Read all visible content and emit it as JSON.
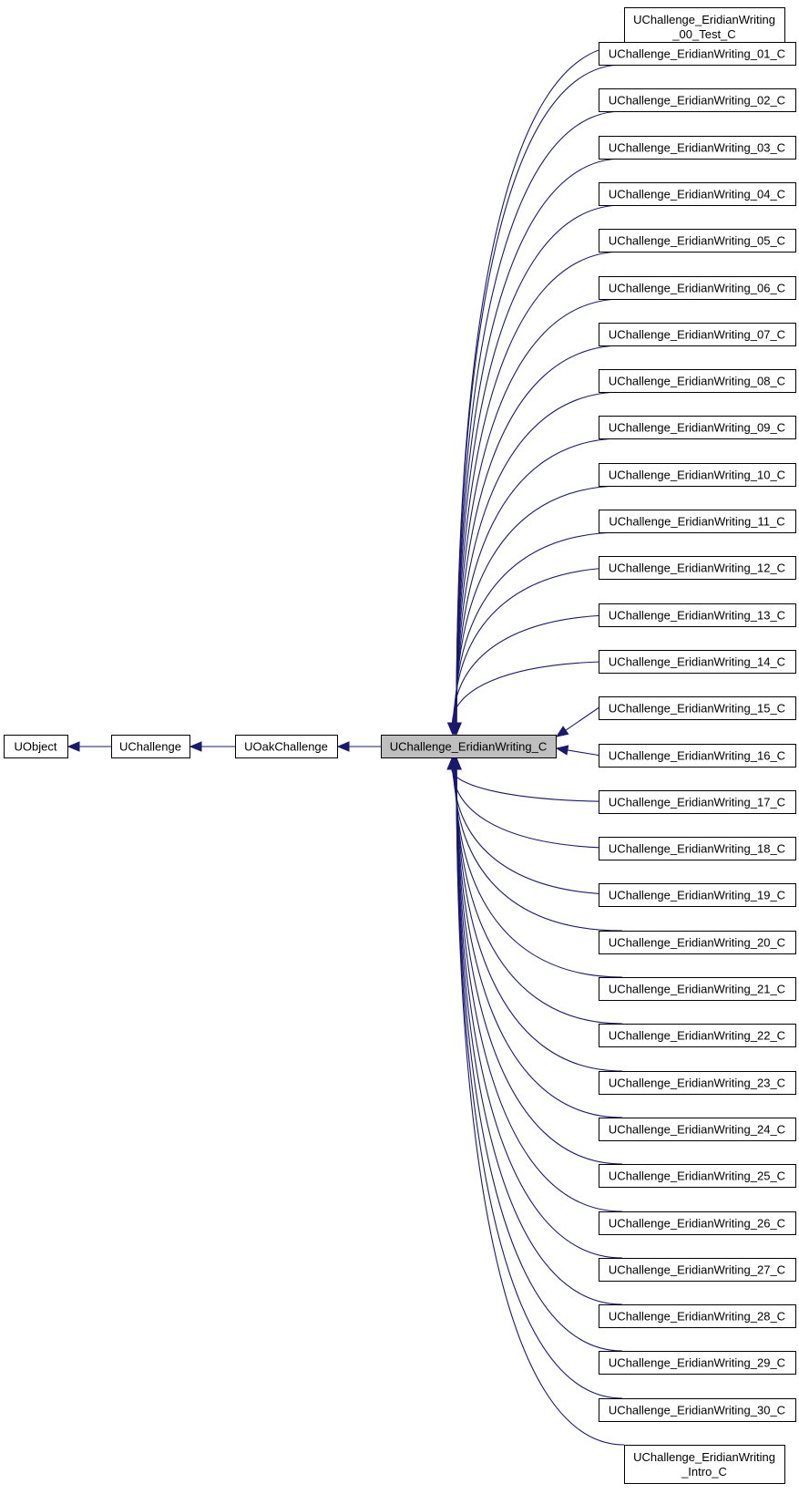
{
  "chain": [
    {
      "id": "uobject",
      "label": "UObject"
    },
    {
      "id": "uchallenge",
      "label": "UChallenge"
    },
    {
      "id": "uoakchallenge",
      "label": "UOakChallenge"
    },
    {
      "id": "current",
      "label": "UChallenge_EridianWriting_C",
      "highlighted": true
    }
  ],
  "children": [
    {
      "label": [
        "UChallenge_EridianWriting",
        "_00_Test_C"
      ]
    },
    {
      "label": [
        "UChallenge_EridianWriting_01_C"
      ]
    },
    {
      "label": [
        "UChallenge_EridianWriting_02_C"
      ]
    },
    {
      "label": [
        "UChallenge_EridianWriting_03_C"
      ]
    },
    {
      "label": [
        "UChallenge_EridianWriting_04_C"
      ]
    },
    {
      "label": [
        "UChallenge_EridianWriting_05_C"
      ]
    },
    {
      "label": [
        "UChallenge_EridianWriting_06_C"
      ]
    },
    {
      "label": [
        "UChallenge_EridianWriting_07_C"
      ]
    },
    {
      "label": [
        "UChallenge_EridianWriting_08_C"
      ]
    },
    {
      "label": [
        "UChallenge_EridianWriting_09_C"
      ]
    },
    {
      "label": [
        "UChallenge_EridianWriting_10_C"
      ]
    },
    {
      "label": [
        "UChallenge_EridianWriting_11_C"
      ]
    },
    {
      "label": [
        "UChallenge_EridianWriting_12_C"
      ]
    },
    {
      "label": [
        "UChallenge_EridianWriting_13_C"
      ]
    },
    {
      "label": [
        "UChallenge_EridianWriting_14_C"
      ]
    },
    {
      "label": [
        "UChallenge_EridianWriting_15_C"
      ]
    },
    {
      "label": [
        "UChallenge_EridianWriting_16_C"
      ]
    },
    {
      "label": [
        "UChallenge_EridianWriting_17_C"
      ]
    },
    {
      "label": [
        "UChallenge_EridianWriting_18_C"
      ]
    },
    {
      "label": [
        "UChallenge_EridianWriting_19_C"
      ]
    },
    {
      "label": [
        "UChallenge_EridianWriting_20_C"
      ]
    },
    {
      "label": [
        "UChallenge_EridianWriting_21_C"
      ]
    },
    {
      "label": [
        "UChallenge_EridianWriting_22_C"
      ]
    },
    {
      "label": [
        "UChallenge_EridianWriting_23_C"
      ]
    },
    {
      "label": [
        "UChallenge_EridianWriting_24_C"
      ]
    },
    {
      "label": [
        "UChallenge_EridianWriting_25_C"
      ]
    },
    {
      "label": [
        "UChallenge_EridianWriting_26_C"
      ]
    },
    {
      "label": [
        "UChallenge_EridianWriting_27_C"
      ]
    },
    {
      "label": [
        "UChallenge_EridianWriting_28_C"
      ]
    },
    {
      "label": [
        "UChallenge_EridianWriting_29_C"
      ]
    },
    {
      "label": [
        "UChallenge_EridianWriting_30_C"
      ]
    },
    {
      "label": [
        "UChallenge_EridianWriting",
        "_Intro_C"
      ]
    }
  ],
  "colors": {
    "edge": "#191970",
    "node_border": "#000000",
    "node_fill": "#ffffff",
    "highlight_fill": "#bfbfbf"
  }
}
